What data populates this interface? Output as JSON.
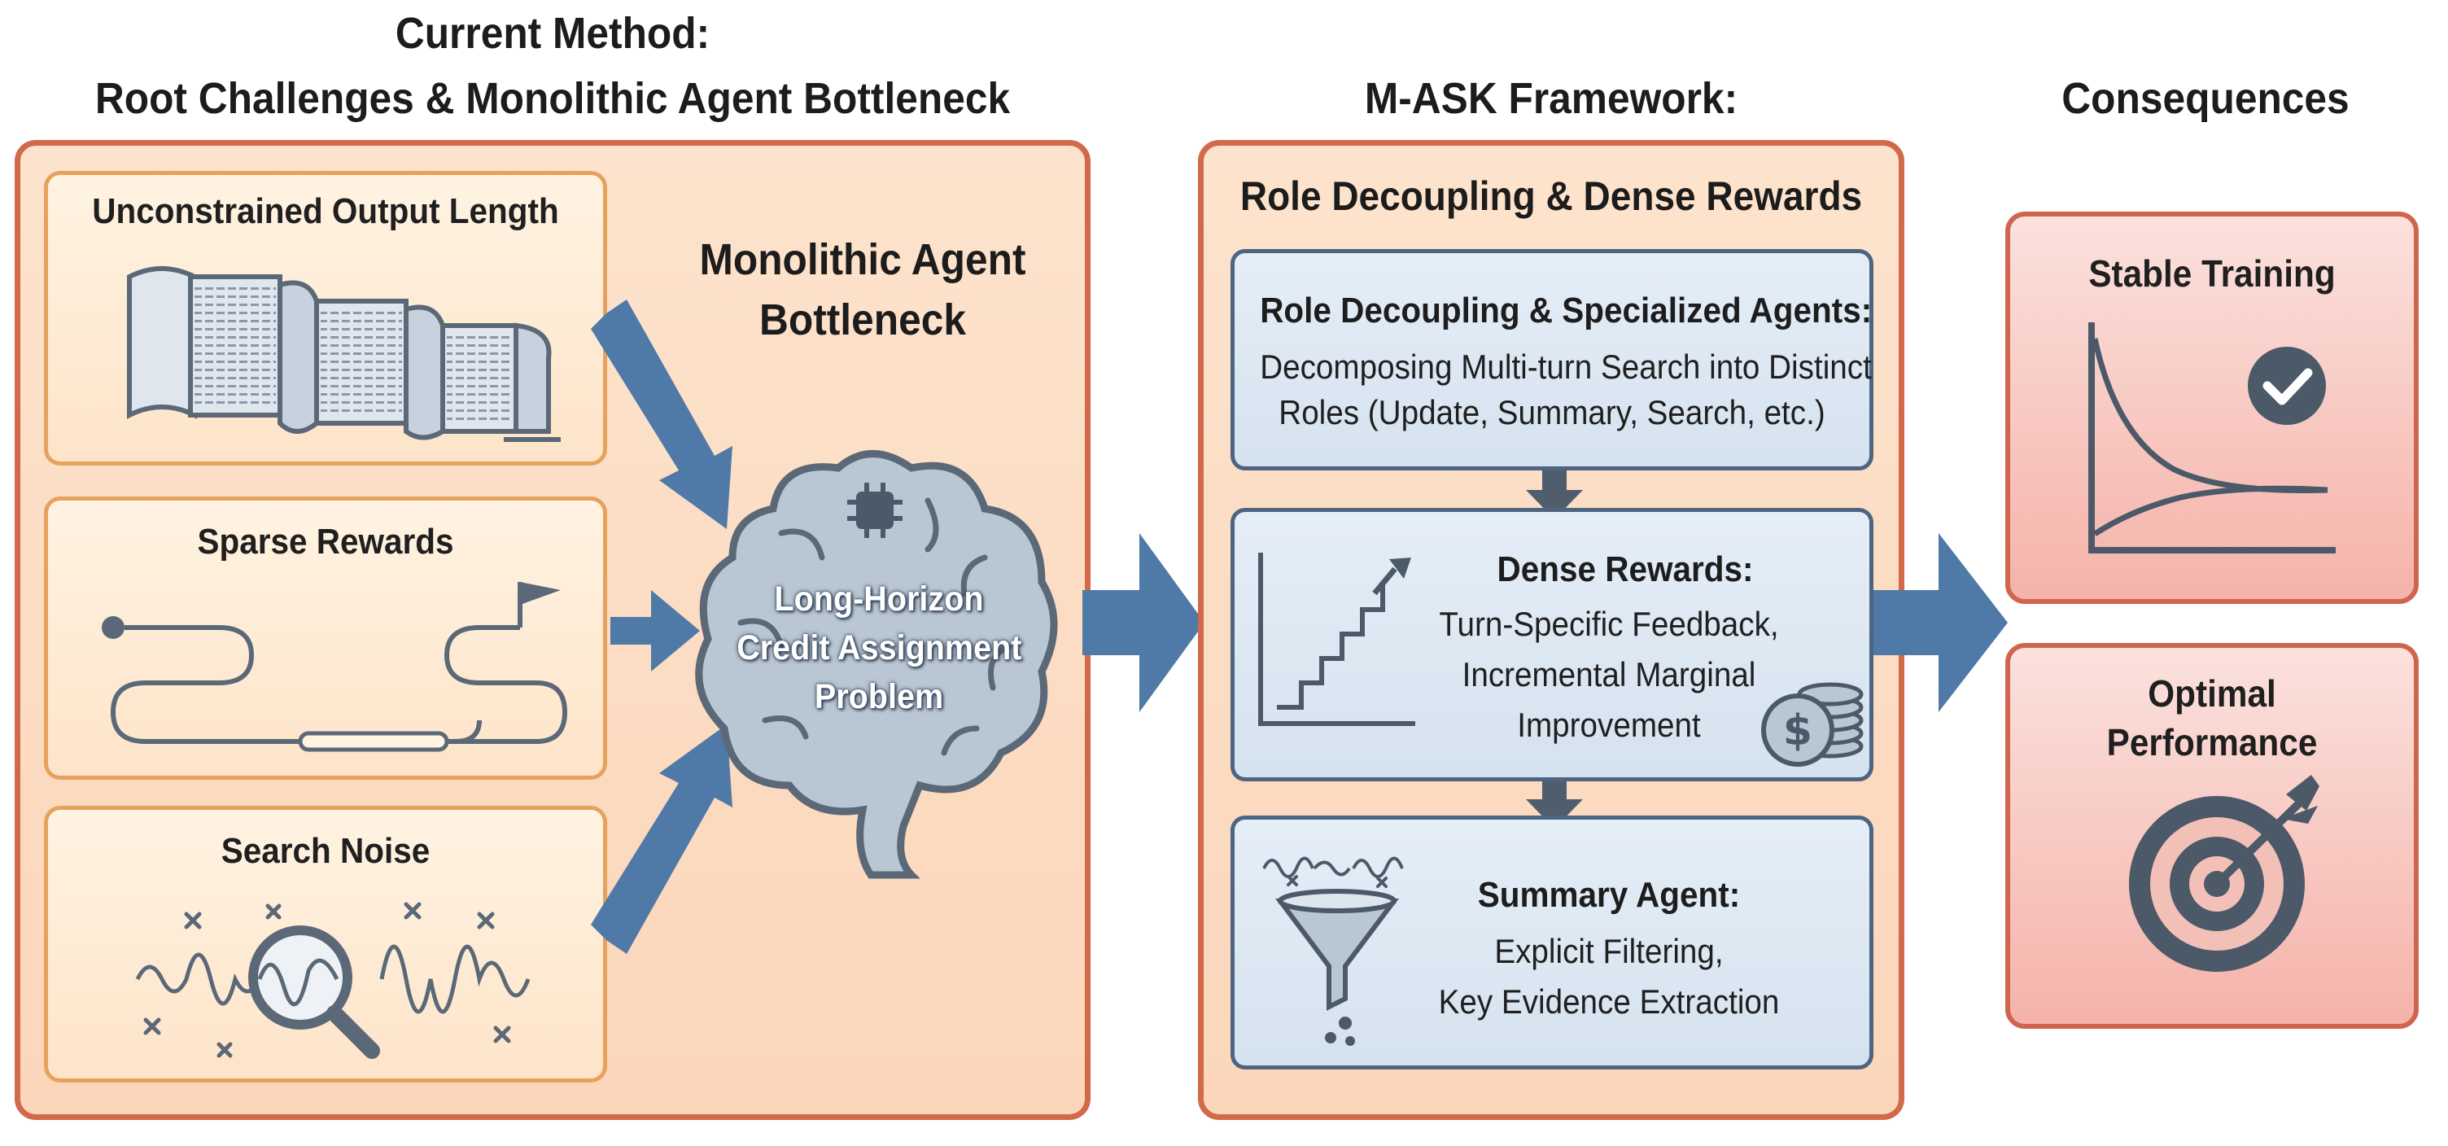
{
  "headings": {
    "left_line1": "Current Method:",
    "left_line2": "Root Challenges & Monolithic Agent Bottleneck",
    "middle": "M-ASK Framework:",
    "right": "Consequences"
  },
  "left_panel": {
    "challenges": [
      {
        "title": "Unconstrained Output Length",
        "icon": "scroll-document-icon"
      },
      {
        "title": "Sparse Rewards",
        "icon": "winding-path-flag-icon"
      },
      {
        "title": "Search Noise",
        "icon": "noisy-signal-magnifier-icon"
      }
    ],
    "bottleneck_title_line1": "Monolithic Agent",
    "bottleneck_title_line2": "Bottleneck",
    "brain_label_line1": "Long-Horizon",
    "brain_label_line2": "Credit Assignment",
    "brain_label_line3": "Problem",
    "brain_icon": "brain-chip-icon"
  },
  "middle_panel": {
    "subtitle": "Role Decoupling & Dense Rewards",
    "cards": [
      {
        "title": "Role Decoupling & Specialized Agents:",
        "line1": "Decomposing Multi-turn Search into Distinct",
        "line2": "Roles (Update, Summary, Search, etc.)"
      },
      {
        "title": "Dense Rewards:",
        "line1": "Turn-Specific Feedback,",
        "line2": "Incremental Marginal",
        "line3": "Improvement",
        "icon": "staircase-chart-coins-icon"
      },
      {
        "title": "Summary Agent:",
        "line1": "Explicit Filtering,",
        "line2": "Key Evidence Extraction",
        "icon": "filter-funnel-icon"
      }
    ]
  },
  "right_panel": {
    "outcomes": [
      {
        "title": "Stable Training",
        "icon": "converging-curves-check-icon"
      },
      {
        "title_line1": "Optimal",
        "title_line2": "Performance",
        "icon": "target-dart-icon"
      }
    ]
  },
  "colors": {
    "panel_border": "#d2694a",
    "panel_fill": "#fbd6ba",
    "card_border": "#e6a25c",
    "arrow_blue": "#4f79a6",
    "blue_card_border": "#4d6580",
    "red_card_border": "#d0654f",
    "icon_gray": "#5b6877"
  }
}
